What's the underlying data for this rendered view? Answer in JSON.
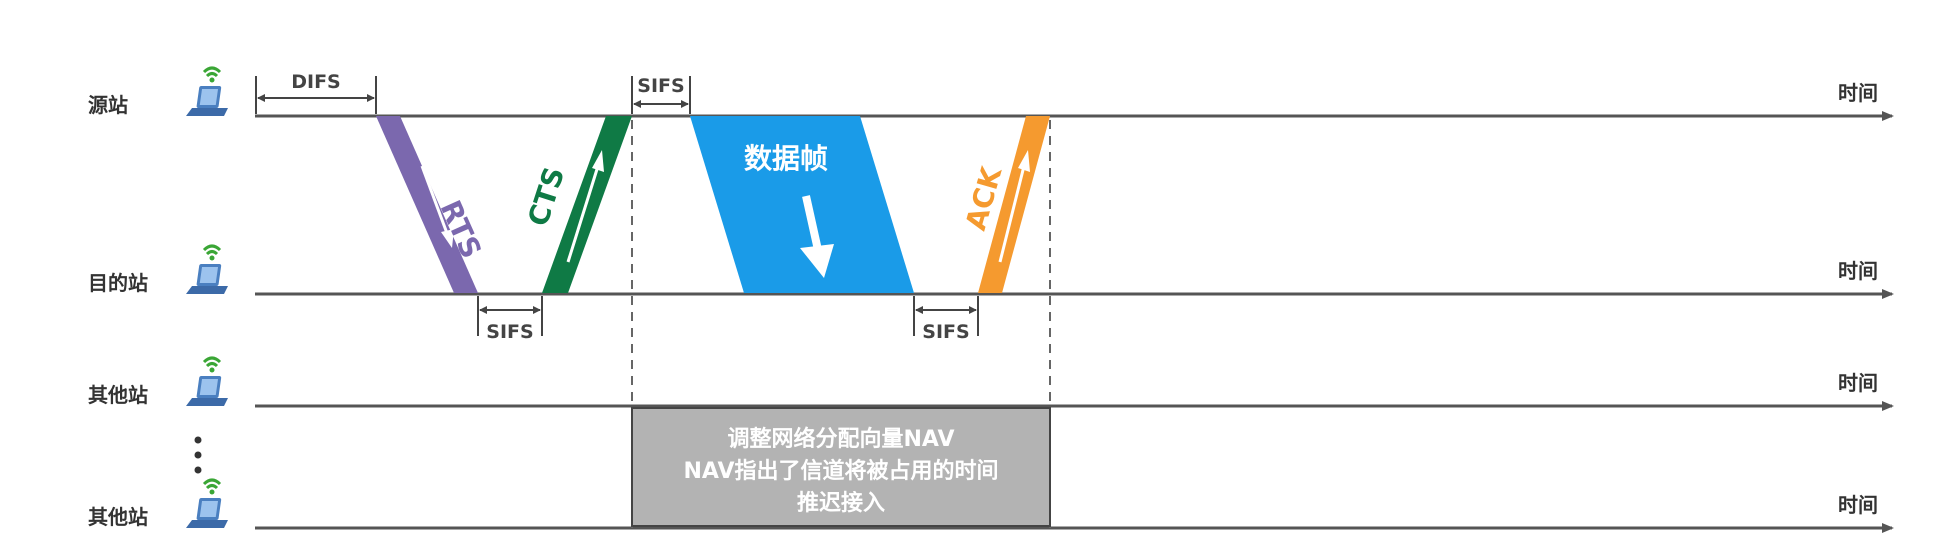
{
  "stations": [
    {
      "label": "源站",
      "time_label": "时间"
    },
    {
      "label": "目的站",
      "time_label": "时间"
    },
    {
      "label": "其他站",
      "time_label": "时间"
    },
    {
      "label": "其他站",
      "time_label": "时间"
    }
  ],
  "intervals": {
    "difs": "DIFS",
    "sifs_top": "SIFS",
    "sifs_after_rts": "SIFS",
    "sifs_after_data": "SIFS"
  },
  "frames": {
    "rts": {
      "label": "RTS",
      "color": "#7b68ae"
    },
    "cts": {
      "label": "CTS",
      "color": "#0f7a45"
    },
    "data": {
      "label": "数据帧",
      "color": "#1a9be8"
    },
    "ack": {
      "label": "ACK",
      "color": "#f59a2f"
    }
  },
  "nav_box": {
    "line1": "调整网络分配向量NAV",
    "line2": "NAV指出了信道将被占用的时间",
    "line3": "推迟接入",
    "color": "#b3b3b3"
  },
  "colors": {
    "timeline": "#555555",
    "dashed": "#666666",
    "wifi": "#3aa635",
    "laptop": "#4a7fc0"
  }
}
